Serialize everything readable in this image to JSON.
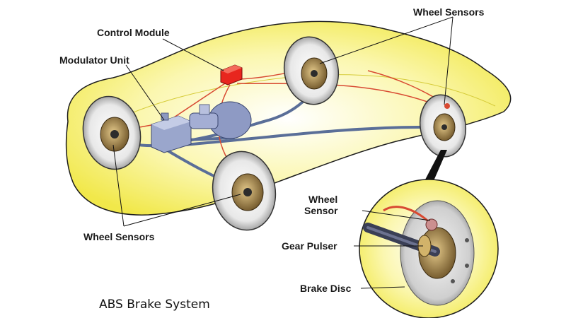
{
  "labels": {
    "control_module": "Control Module",
    "modulator_unit": "Modulator Unit",
    "wheel_sensors_top": "Wheel Sensors",
    "wheel_sensors_bottom": "Wheel Sensors",
    "wheel_sensor_line1": "Wheel",
    "wheel_sensor_line2": "Sensor",
    "gear_pulser": "Gear Pulser",
    "brake_disc": "Brake Disc"
  },
  "title": "ABS Brake System",
  "colors": {
    "car_body": "#f6f06a",
    "car_outline": "#1c1c1c",
    "brake_lines": "#5a6e98",
    "sensor_wires": "#d84a32",
    "control_module": "#e8261e"
  }
}
